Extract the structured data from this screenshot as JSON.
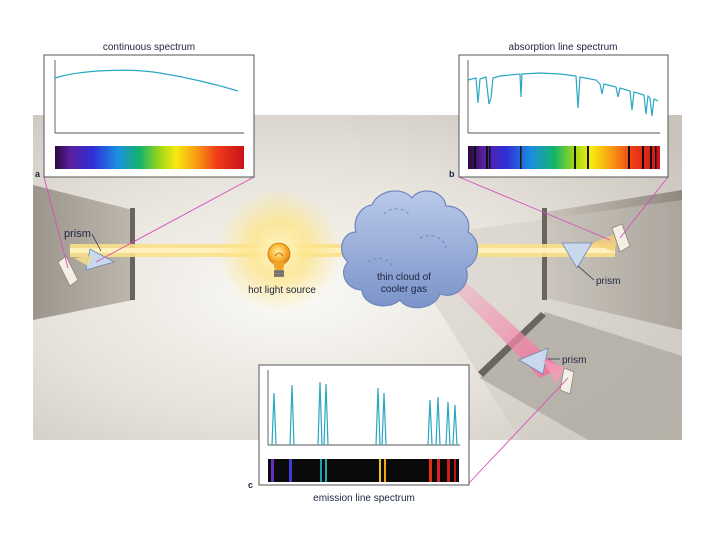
{
  "panels": {
    "continuous": {
      "title": "continuous spectrum",
      "letter": "a"
    },
    "absorption": {
      "title": "absorption line spectrum",
      "letter": "b"
    },
    "emission": {
      "title": "emission line spectrum",
      "letter": "c"
    }
  },
  "labels": {
    "prism_left": "prism",
    "prism_right": "prism",
    "prism_bottom": "prism",
    "light_source": "hot light source",
    "gas_cloud_line1": "thin cloud of",
    "gas_cloud_line2": "cooler gas"
  },
  "colors": {
    "graph_line": "#2aa7c2",
    "beam": "#fbe08a",
    "emission_beam": "#f49ab7",
    "cloud": "#8fa7d6",
    "callout_line": "#d84fb8"
  }
}
